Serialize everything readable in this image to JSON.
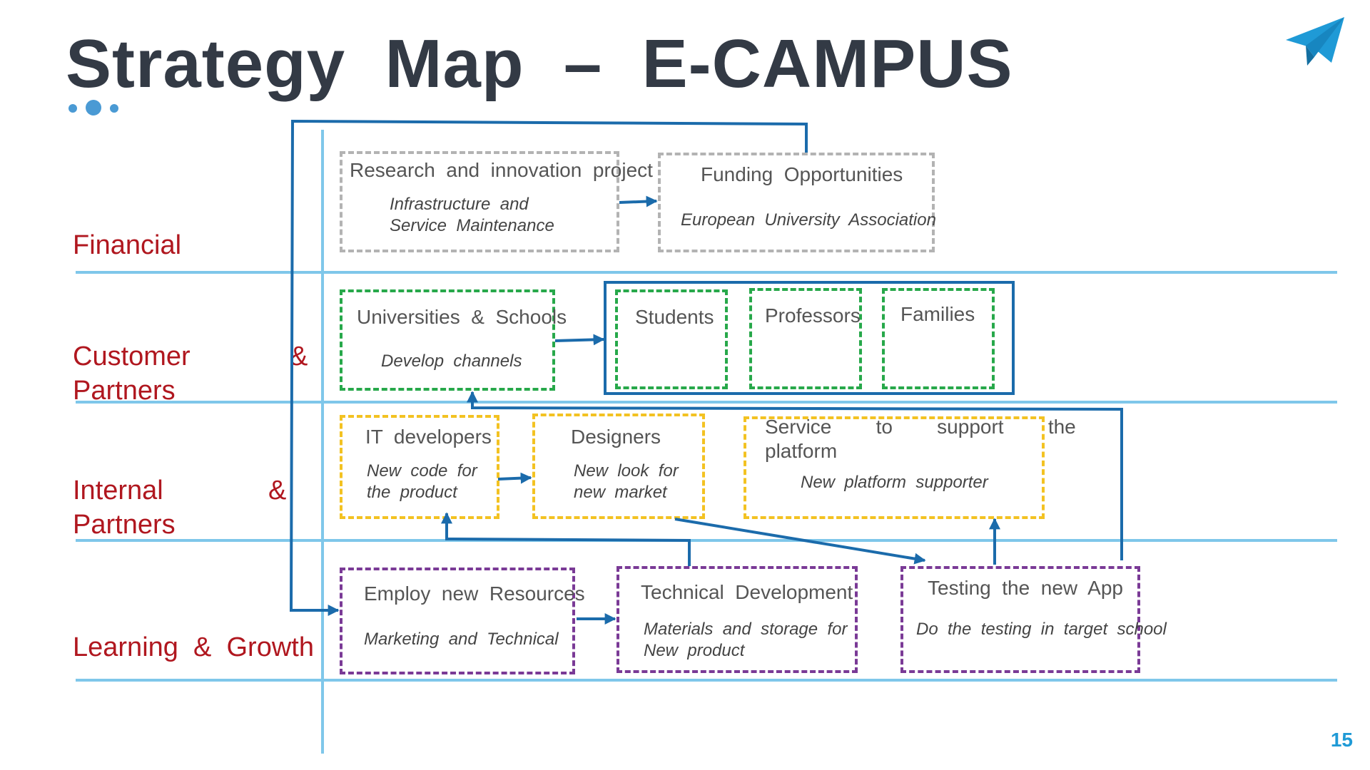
{
  "title": "Strategy  Map  –  E-CAMPUS",
  "page_number": "15",
  "colors": {
    "title": "#333a45",
    "perspective_label": "#b0171f",
    "grid_line": "#7fc7ea",
    "arrow": "#1b6bab",
    "financial_border": "#b3b3b3",
    "customer_border": "#27a84a",
    "internal_border": "#f3c222",
    "learning_border": "#7a3a96",
    "accent": "#1f9ad6"
  },
  "icons": {
    "logo": "paper-plane-icon"
  },
  "perspectives": {
    "financial": {
      "label": "Financial"
    },
    "customer": {
      "label_line1": "Customer",
      "amp": "&",
      "label_line2": "Partners"
    },
    "internal": {
      "label_line1": "Internal",
      "amp": "&",
      "label_line2": "Partners"
    },
    "learning": {
      "label": "Learning  &  Growth"
    }
  },
  "boxes": {
    "research": {
      "title": "Research  and  innovation  project",
      "subtitle": "Infrastructure  and\nService  Maintenance"
    },
    "funding": {
      "title": "Funding  Opportunities",
      "subtitle": "European  University  Association"
    },
    "universities": {
      "title": "Universities  &  Schools",
      "subtitle": "Develop  channels"
    },
    "students": {
      "title": "Students"
    },
    "professors": {
      "title": "Professors"
    },
    "families": {
      "title": "Families"
    },
    "it_developers": {
      "title": "IT  developers",
      "subtitle": "New  code  for\nthe  product"
    },
    "designers": {
      "title": "Designers",
      "subtitle": "New  look  for\nnew  market"
    },
    "service": {
      "title": "Service        to        support        the\nplatform",
      "subtitle": "New  platform  supporter"
    },
    "employ": {
      "title": "Employ  new  Resources",
      "subtitle": "Marketing  and  Technical"
    },
    "technical": {
      "title": "Technical  Development",
      "subtitle": "Materials  and  storage  for\nNew  product"
    },
    "testing": {
      "title": "Testing  the  new  App",
      "subtitle": "Do  the  testing  in  target  school"
    }
  }
}
